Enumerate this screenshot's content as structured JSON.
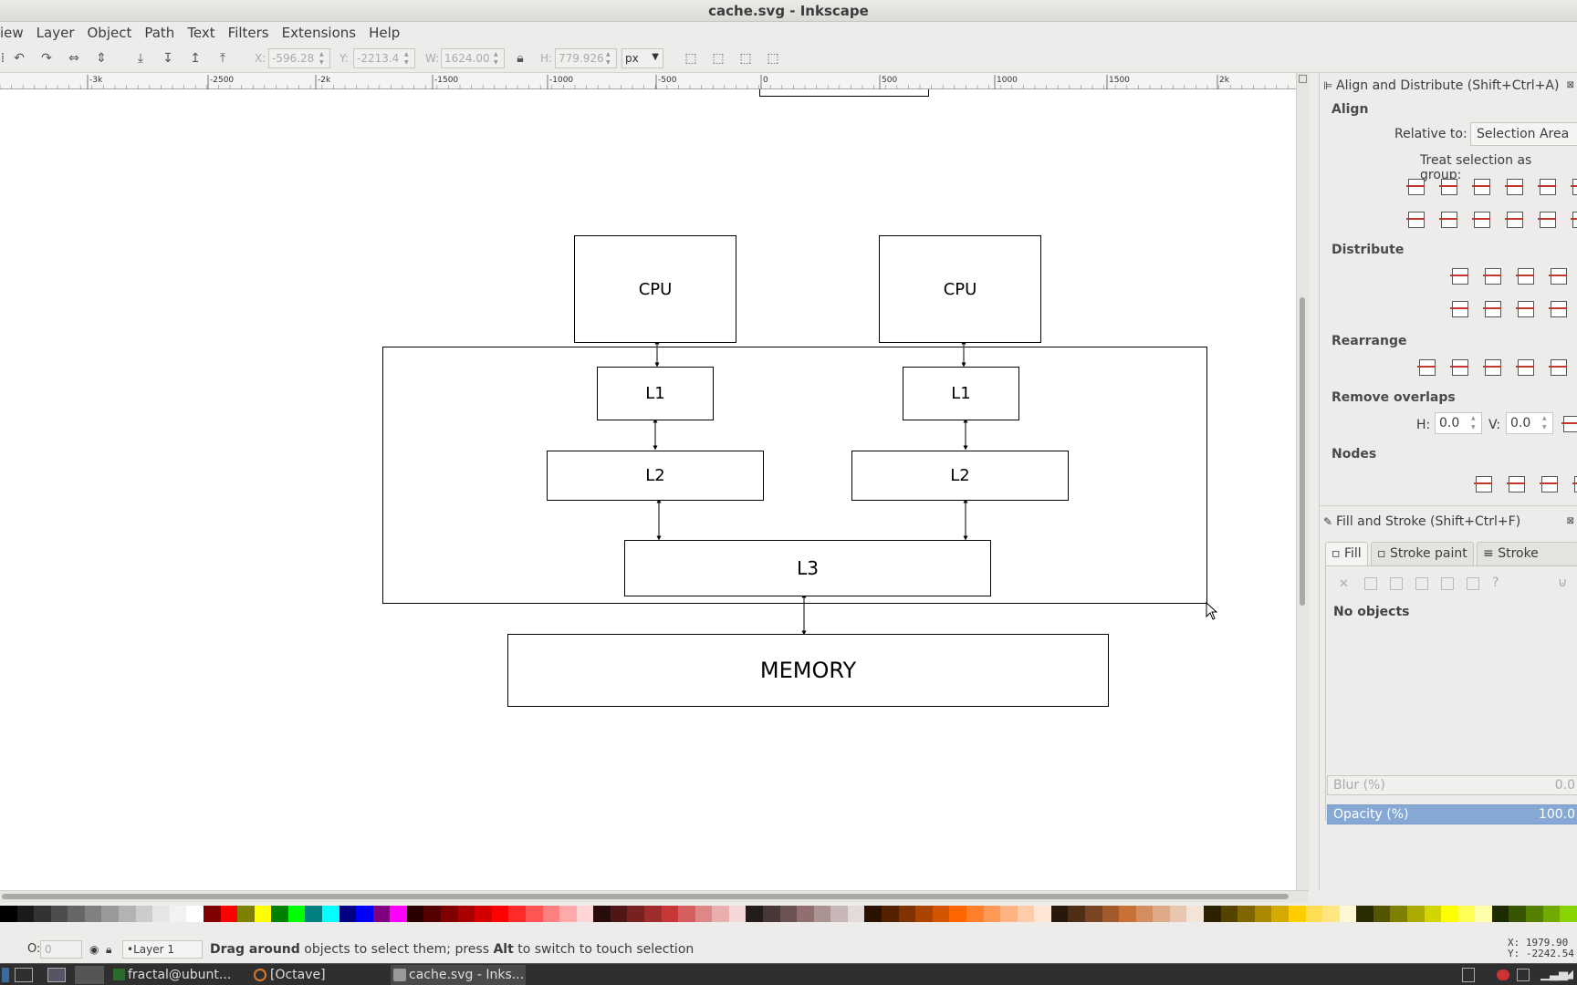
{
  "window": {
    "title": "cache.svg - Inkscape"
  },
  "menu": [
    "iew",
    "Layer",
    "Object",
    "Path",
    "Text",
    "Filters",
    "Extensions",
    "Help"
  ],
  "toolbar": {
    "x_label": "X:",
    "x_value": "-596.28",
    "y_label": "Y:",
    "y_value": "-2213.4",
    "w_label": "W:",
    "w_value": "1624.00",
    "h_label": "H:",
    "h_value": "779.926",
    "unit": "px"
  },
  "ruler": {
    "ticks": [
      "-3k",
      "-2500",
      "-2k",
      "-1500",
      "-1000",
      "-500",
      "0",
      "500",
      "1000",
      "1500",
      "2k"
    ]
  },
  "diagram": {
    "cpu_left": "CPU",
    "cpu_right": "CPU",
    "l1_left": "L1",
    "l1_right": "L1",
    "l2_left": "L2",
    "l2_right": "L2",
    "l3": "L3",
    "memory": "MEMORY"
  },
  "align_panel": {
    "title": "Align and Distribute (Shift+Ctrl+A)",
    "align": "Align",
    "relative_label": "Relative to:",
    "relative_value": "Selection Area",
    "treat_group": "Treat selection as group:",
    "distribute": "Distribute",
    "rearrange": "Rearrange",
    "remove_overlaps": "Remove overlaps",
    "h_label": "H:",
    "h_value": "0.0",
    "v_label": "V:",
    "v_value": "0.0",
    "nodes": "Nodes"
  },
  "fill_panel": {
    "title": "Fill and Stroke (Shift+Ctrl+F)",
    "tabs": [
      "Fill",
      "Stroke paint",
      "Stroke style"
    ],
    "no_objects": "No objects",
    "blur_label": "Blur (%)",
    "blur_value": "0.0",
    "opacity_label": "Opacity (%)",
    "opacity_value": "100.0"
  },
  "statusbar": {
    "o_label": "O:",
    "o_value": "0",
    "layer": "•Layer 1",
    "message_bold1": "Drag around",
    "message1": " objects to select them; press ",
    "message_bold2": "Alt",
    "message2": " to switch to touch selection",
    "coord_x": "X:  1979.90",
    "coord_y": "Y: -2242.54"
  },
  "taskbar": {
    "items": [
      "fractal@ubunt...",
      "[Octave]",
      "cache.svg - Inks..."
    ]
  },
  "palette_colors": [
    "#000000",
    "#1a1a1a",
    "#333333",
    "#4d4d4d",
    "#666666",
    "#808080",
    "#999999",
    "#b3b3b3",
    "#cccccc",
    "#e6e6e6",
    "#f2f2f2",
    "#ffffff",
    "#800000",
    "#ff0000",
    "#808000",
    "#ffff00",
    "#008000",
    "#00ff00",
    "#008080",
    "#00ffff",
    "#000080",
    "#0000ff",
    "#800080",
    "#ff00ff",
    "#2b0000",
    "#550000",
    "#800000",
    "#aa0000",
    "#d40000",
    "#ff0000",
    "#ff2a2a",
    "#ff5555",
    "#ff8080",
    "#ffaaaa",
    "#ffd5d5",
    "#280b0b",
    "#501616",
    "#782121",
    "#a02c2c",
    "#c83737",
    "#d35f5f",
    "#de8787",
    "#e9afaf",
    "#f4d7d7",
    "#241c1c",
    "#483737",
    "#6c5353",
    "#916f6f",
    "#ac9393",
    "#c8b7b7",
    "#e3dbdb",
    "#2b1100",
    "#552200",
    "#803300",
    "#aa4400",
    "#d45500",
    "#ff6600",
    "#ff7f2a",
    "#ff9955",
    "#ffb380",
    "#ffccaa",
    "#ffe6d5",
    "#28170b",
    "#502d16",
    "#784421",
    "#a05a2c",
    "#c87137",
    "#d38d5f",
    "#deaa87",
    "#e9c6af",
    "#f4e3d7",
    "#2b2200",
    "#554400",
    "#806600",
    "#aa8800",
    "#d4aa00",
    "#ffcc00",
    "#ffdd55",
    "#ffe680",
    "#fff6d5",
    "#2b2b00",
    "#555500",
    "#808000",
    "#aaaa00",
    "#d4d400",
    "#ffff00",
    "#ffff55",
    "#ffffaa",
    "#1c2b00",
    "#375500",
    "#558000",
    "#71aa00",
    "#88d400"
  ]
}
